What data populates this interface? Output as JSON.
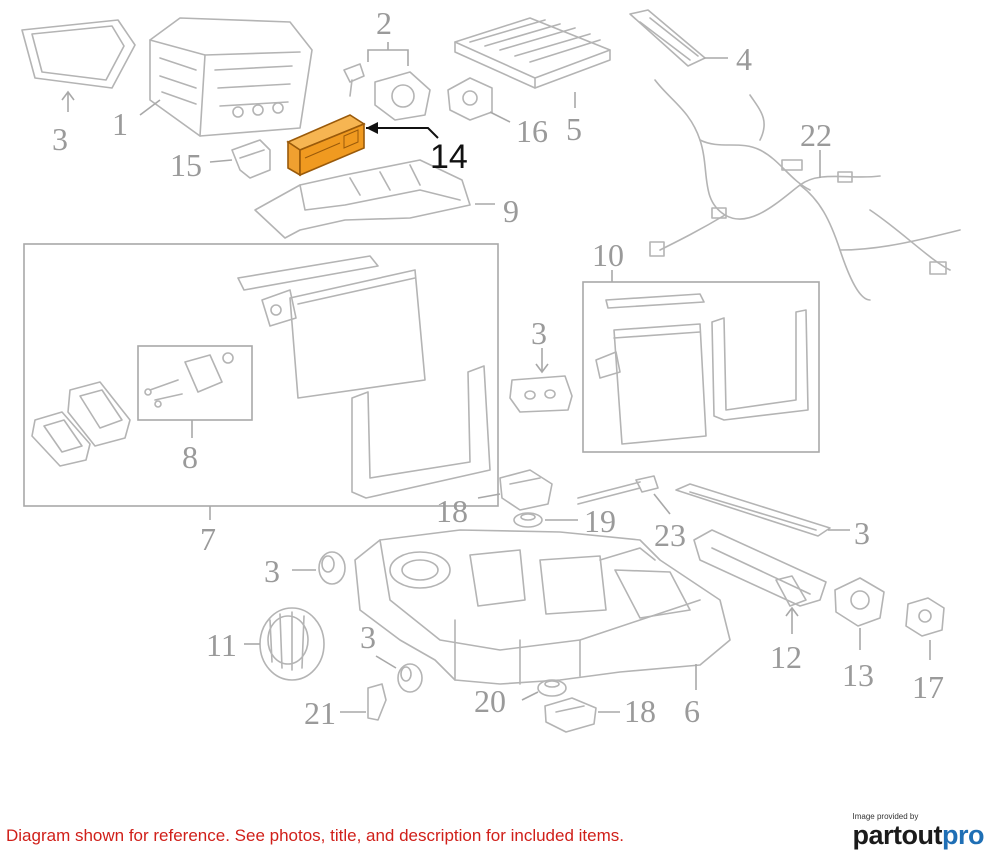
{
  "callouts": [
    {
      "id": "c3a",
      "label": "3"
    },
    {
      "id": "c1",
      "label": "1"
    },
    {
      "id": "c2",
      "label": "2"
    },
    {
      "id": "c5",
      "label": "5"
    },
    {
      "id": "c4",
      "label": "4"
    },
    {
      "id": "c14",
      "label": "14"
    },
    {
      "id": "c16",
      "label": "16"
    },
    {
      "id": "c15",
      "label": "15"
    },
    {
      "id": "c9",
      "label": "9"
    },
    {
      "id": "c22",
      "label": "22"
    },
    {
      "id": "c10",
      "label": "10"
    },
    {
      "id": "c3b",
      "label": "3"
    },
    {
      "id": "c8",
      "label": "8"
    },
    {
      "id": "c7",
      "label": "7"
    },
    {
      "id": "c18a",
      "label": "18"
    },
    {
      "id": "c19",
      "label": "19"
    },
    {
      "id": "c23",
      "label": "23"
    },
    {
      "id": "c3c",
      "label": "3"
    },
    {
      "id": "c3d",
      "label": "3"
    },
    {
      "id": "c11",
      "label": "11"
    },
    {
      "id": "c3e",
      "label": "3"
    },
    {
      "id": "c12",
      "label": "12"
    },
    {
      "id": "c13",
      "label": "13"
    },
    {
      "id": "c17",
      "label": "17"
    },
    {
      "id": "c20",
      "label": "20"
    },
    {
      "id": "c18b",
      "label": "18"
    },
    {
      "id": "c6",
      "label": "6"
    },
    {
      "id": "c21",
      "label": "21"
    }
  ],
  "highlight": {
    "part": "14",
    "color": "#f0a030",
    "stroke": "#b86a10"
  },
  "footer": {
    "note": "Diagram shown for reference. See photos, title, and description for included items.",
    "brand_small": "Image provided by",
    "brand_main": "partout",
    "brand_accent": "pro"
  }
}
